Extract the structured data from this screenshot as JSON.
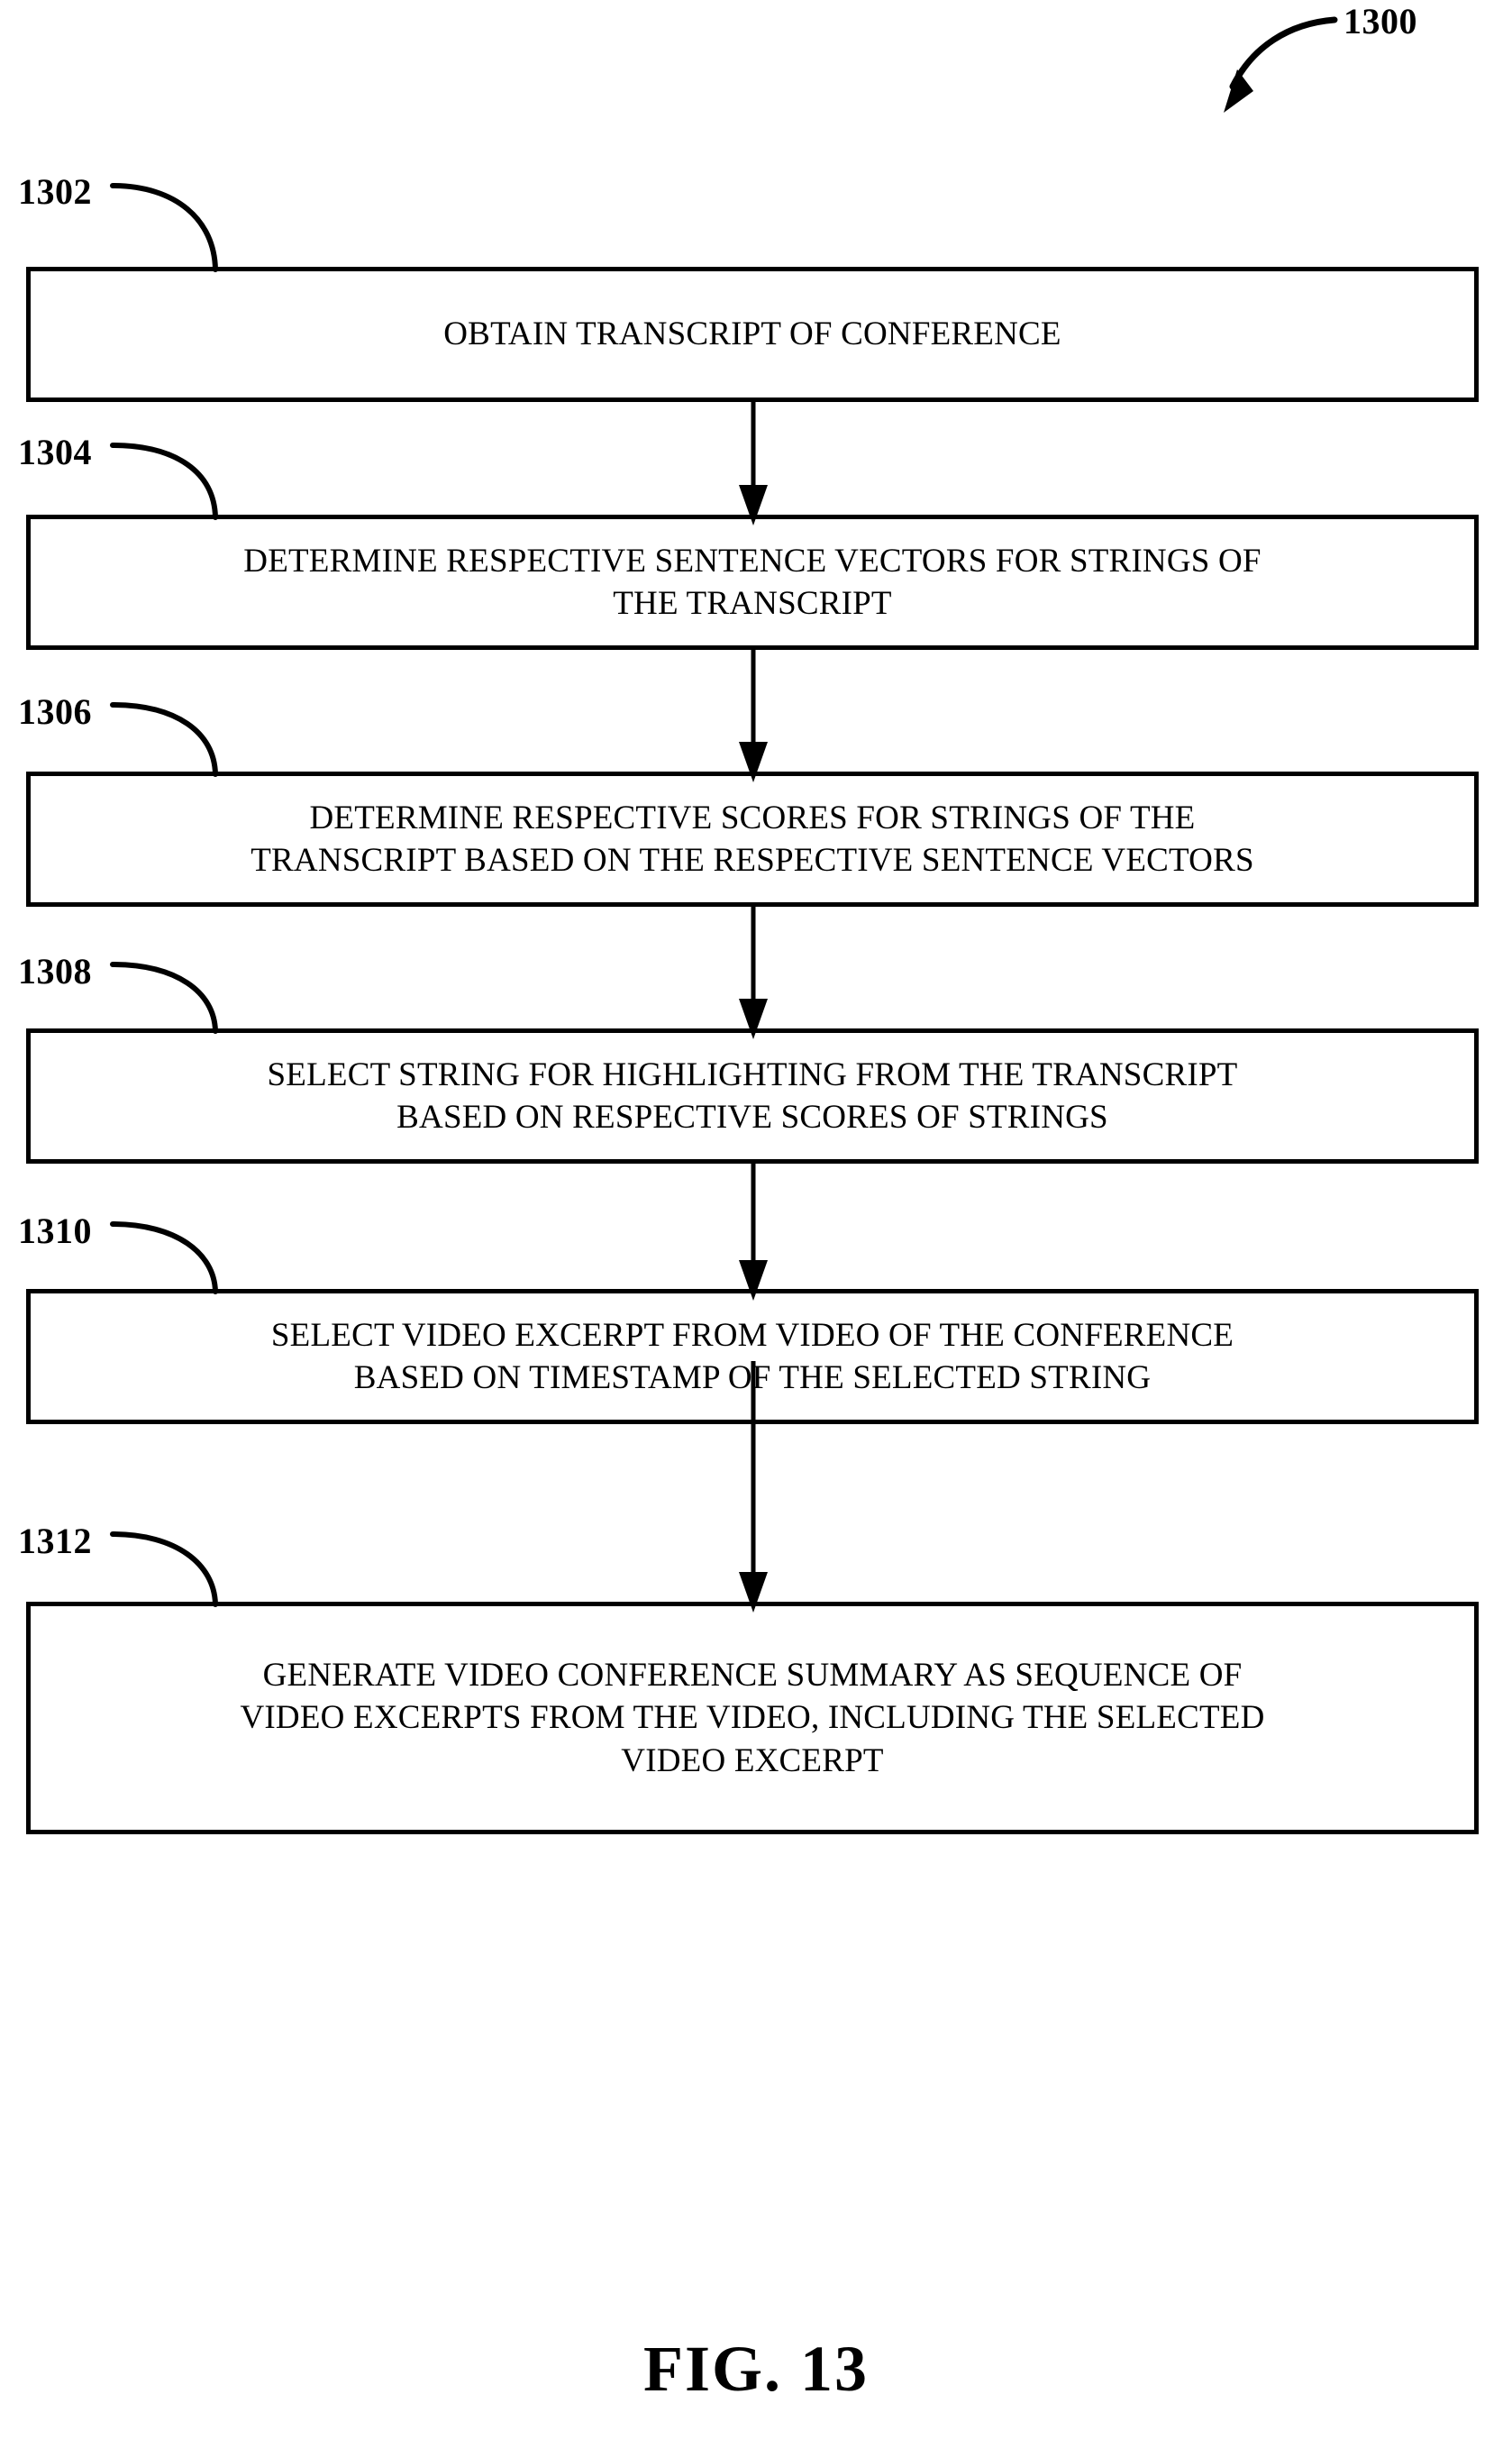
{
  "figure": {
    "number_label": "1300",
    "caption": "FIG.  13"
  },
  "colors": {
    "ink": "#000000",
    "paper": "#ffffff"
  },
  "flowchart": {
    "type": "flowchart",
    "orientation": "top-to-bottom",
    "steps": [
      {
        "ref": "1302",
        "text": "OBTAIN TRANSCRIPT OF CONFERENCE",
        "lines": [
          "OBTAIN TRANSCRIPT OF CONFERENCE"
        ]
      },
      {
        "ref": "1304",
        "text": "DETERMINE RESPECTIVE SENTENCE VECTORS FOR STRINGS OF THE TRANSCRIPT",
        "lines": [
          "DETERMINE RESPECTIVE SENTENCE VECTORS FOR STRINGS OF",
          "THE TRANSCRIPT"
        ]
      },
      {
        "ref": "1306",
        "text": "DETERMINE RESPECTIVE SCORES FOR STRINGS OF THE TRANSCRIPT BASED ON THE RESPECTIVE SENTENCE VECTORS",
        "lines": [
          "DETERMINE RESPECTIVE SCORES FOR STRINGS OF THE",
          "TRANSCRIPT BASED ON THE RESPECTIVE SENTENCE VECTORS"
        ]
      },
      {
        "ref": "1308",
        "text": "SELECT STRING FOR HIGHLIGHTING FROM THE TRANSCRIPT BASED ON RESPECTIVE SCORES OF STRINGS",
        "lines": [
          "SELECT STRING FOR HIGHLIGHTING FROM THE TRANSCRIPT",
          "BASED ON RESPECTIVE SCORES OF STRINGS"
        ]
      },
      {
        "ref": "1310",
        "text": "SELECT VIDEO EXCERPT FROM VIDEO OF THE CONFERENCE BASED ON TIMESTAMP OF THE SELECTED STRING",
        "lines": [
          "SELECT VIDEO EXCERPT FROM VIDEO OF THE CONFERENCE",
          "BASED ON TIMESTAMP OF THE SELECTED STRING"
        ]
      },
      {
        "ref": "1312",
        "text": "GENERATE VIDEO CONFERENCE SUMMARY AS SEQUENCE OF VIDEO EXCERPTS FROM THE VIDEO, INCLUDING THE SELECTED VIDEO EXCERPT",
        "lines": [
          "GENERATE VIDEO CONFERENCE SUMMARY AS SEQUENCE OF",
          "VIDEO EXCERPTS FROM THE VIDEO, INCLUDING THE SELECTED",
          "VIDEO EXCERPT"
        ]
      }
    ],
    "connections": [
      {
        "from": "1302",
        "to": "1304",
        "style": "arrow-down"
      },
      {
        "from": "1304",
        "to": "1306",
        "style": "arrow-down"
      },
      {
        "from": "1306",
        "to": "1308",
        "style": "arrow-down"
      },
      {
        "from": "1308",
        "to": "1310",
        "style": "arrow-down"
      },
      {
        "from": "1310",
        "to": "1312",
        "style": "arrow-down"
      }
    ]
  }
}
